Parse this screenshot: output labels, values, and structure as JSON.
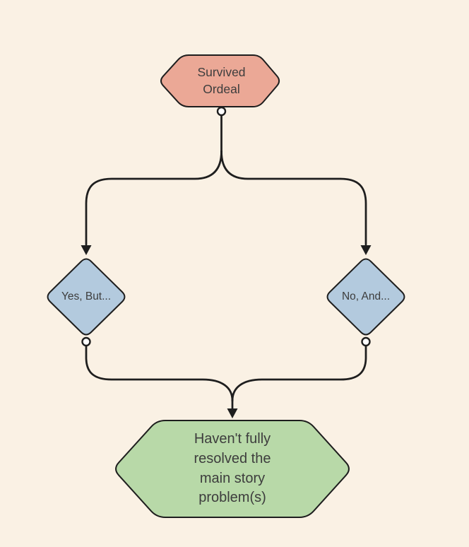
{
  "canvas": {
    "background_color": "#faf1e4",
    "line_color": "#1e1e1e",
    "port_fill": "#ffffff",
    "text_color": "#3d3d3d"
  },
  "diagram": {
    "nodes": [
      {
        "id": "survived-ordeal",
        "shape": "hexagon",
        "label": "Survived Ordeal",
        "fill": "#eba896"
      },
      {
        "id": "yes-but",
        "shape": "diamond",
        "label": "Yes, But...",
        "fill": "#b3cade"
      },
      {
        "id": "no-and",
        "shape": "diamond",
        "label": "No, And...",
        "fill": "#b3cade"
      },
      {
        "id": "havent-fully-resolved",
        "shape": "hexagon",
        "label": "Haven't fully resolved the main story problem(s)",
        "fill": "#b8d9a8"
      }
    ],
    "edges": [
      {
        "from": "survived-ordeal",
        "to": "yes-but"
      },
      {
        "from": "survived-ordeal",
        "to": "no-and"
      },
      {
        "from": "yes-but",
        "to": "havent-fully-resolved"
      },
      {
        "from": "no-and",
        "to": "havent-fully-resolved"
      }
    ]
  }
}
